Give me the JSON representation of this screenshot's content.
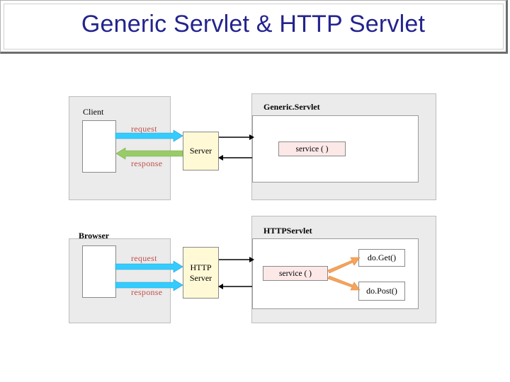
{
  "title": "Generic Servlet & HTTP Servlet",
  "top": {
    "client_label": "Client",
    "servlet_label": "Generic.Servlet",
    "request_label": "request",
    "response_label": "response",
    "server_label": "Server",
    "service_label": "service ( )"
  },
  "bottom": {
    "browser_label": "Browser",
    "servlet_label": "HTTPServlet",
    "request_label": "request",
    "response_label": "response",
    "server_label": "HTTP Server",
    "service_label": "service ( )",
    "doget_label": "do.Get()",
    "dopost_label": "do.Post()"
  },
  "colors": {
    "title": "#23238e",
    "request_arrow": "#33ccff",
    "response_arrow": "#99cc66",
    "method_arrow": "#f6a45a",
    "label_red": "#c0504d"
  }
}
